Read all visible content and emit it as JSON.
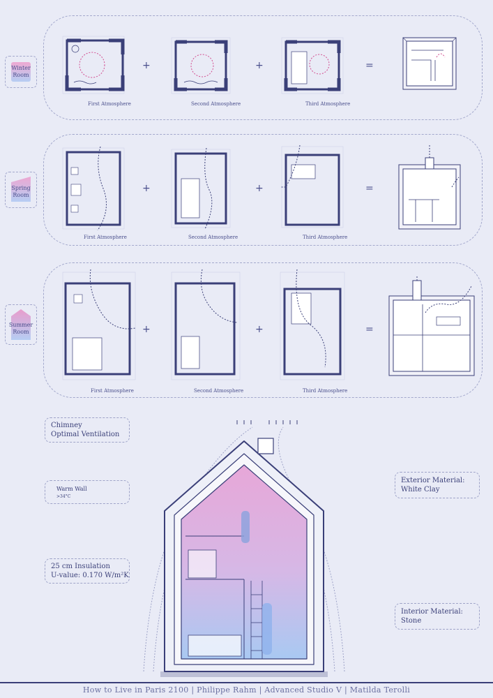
{
  "rows": [
    {
      "room": "Winter\nRoom",
      "room_color": "#e6a8cf",
      "captions": [
        "First Atmosphere",
        "Second Atmosphere",
        "Third Atmosphere"
      ],
      "operators": [
        "+",
        "+",
        "="
      ]
    },
    {
      "room": "Spring\nRoom",
      "room_color": "#e7a4cd",
      "captions": [
        "First Atmosphere",
        "Second Atmosphere",
        "Third Atmosphere"
      ],
      "operators": [
        "+",
        "+",
        "="
      ]
    },
    {
      "room": "Summer\nRoom",
      "room_color": "#e99ccc",
      "captions": [
        "First Atmosphere",
        "Second Atmosphere",
        "Third Atmosphere"
      ],
      "operators": [
        "+",
        "+",
        "="
      ]
    }
  ],
  "callouts": {
    "chimney": "Chimney\nOptimal Ventilation",
    "warm_wall": "Warm Wall",
    "warm_wall_sub": ">34°C",
    "insulation": "25 cm Insulation\nU-value: 0.170 W/m²K",
    "exterior": "Exterior Material:\nWhite Clay",
    "interior": "Interior Material:\nStone"
  },
  "footer": "How to Live in Paris 2100 | Philippe Rahm | Advanced Studio V | Matilda Terolli",
  "colors": {
    "ink": "#3a3f78",
    "pink": "#e2a6d6",
    "blue": "#a9c9f2",
    "background": "#e9ebf6"
  }
}
